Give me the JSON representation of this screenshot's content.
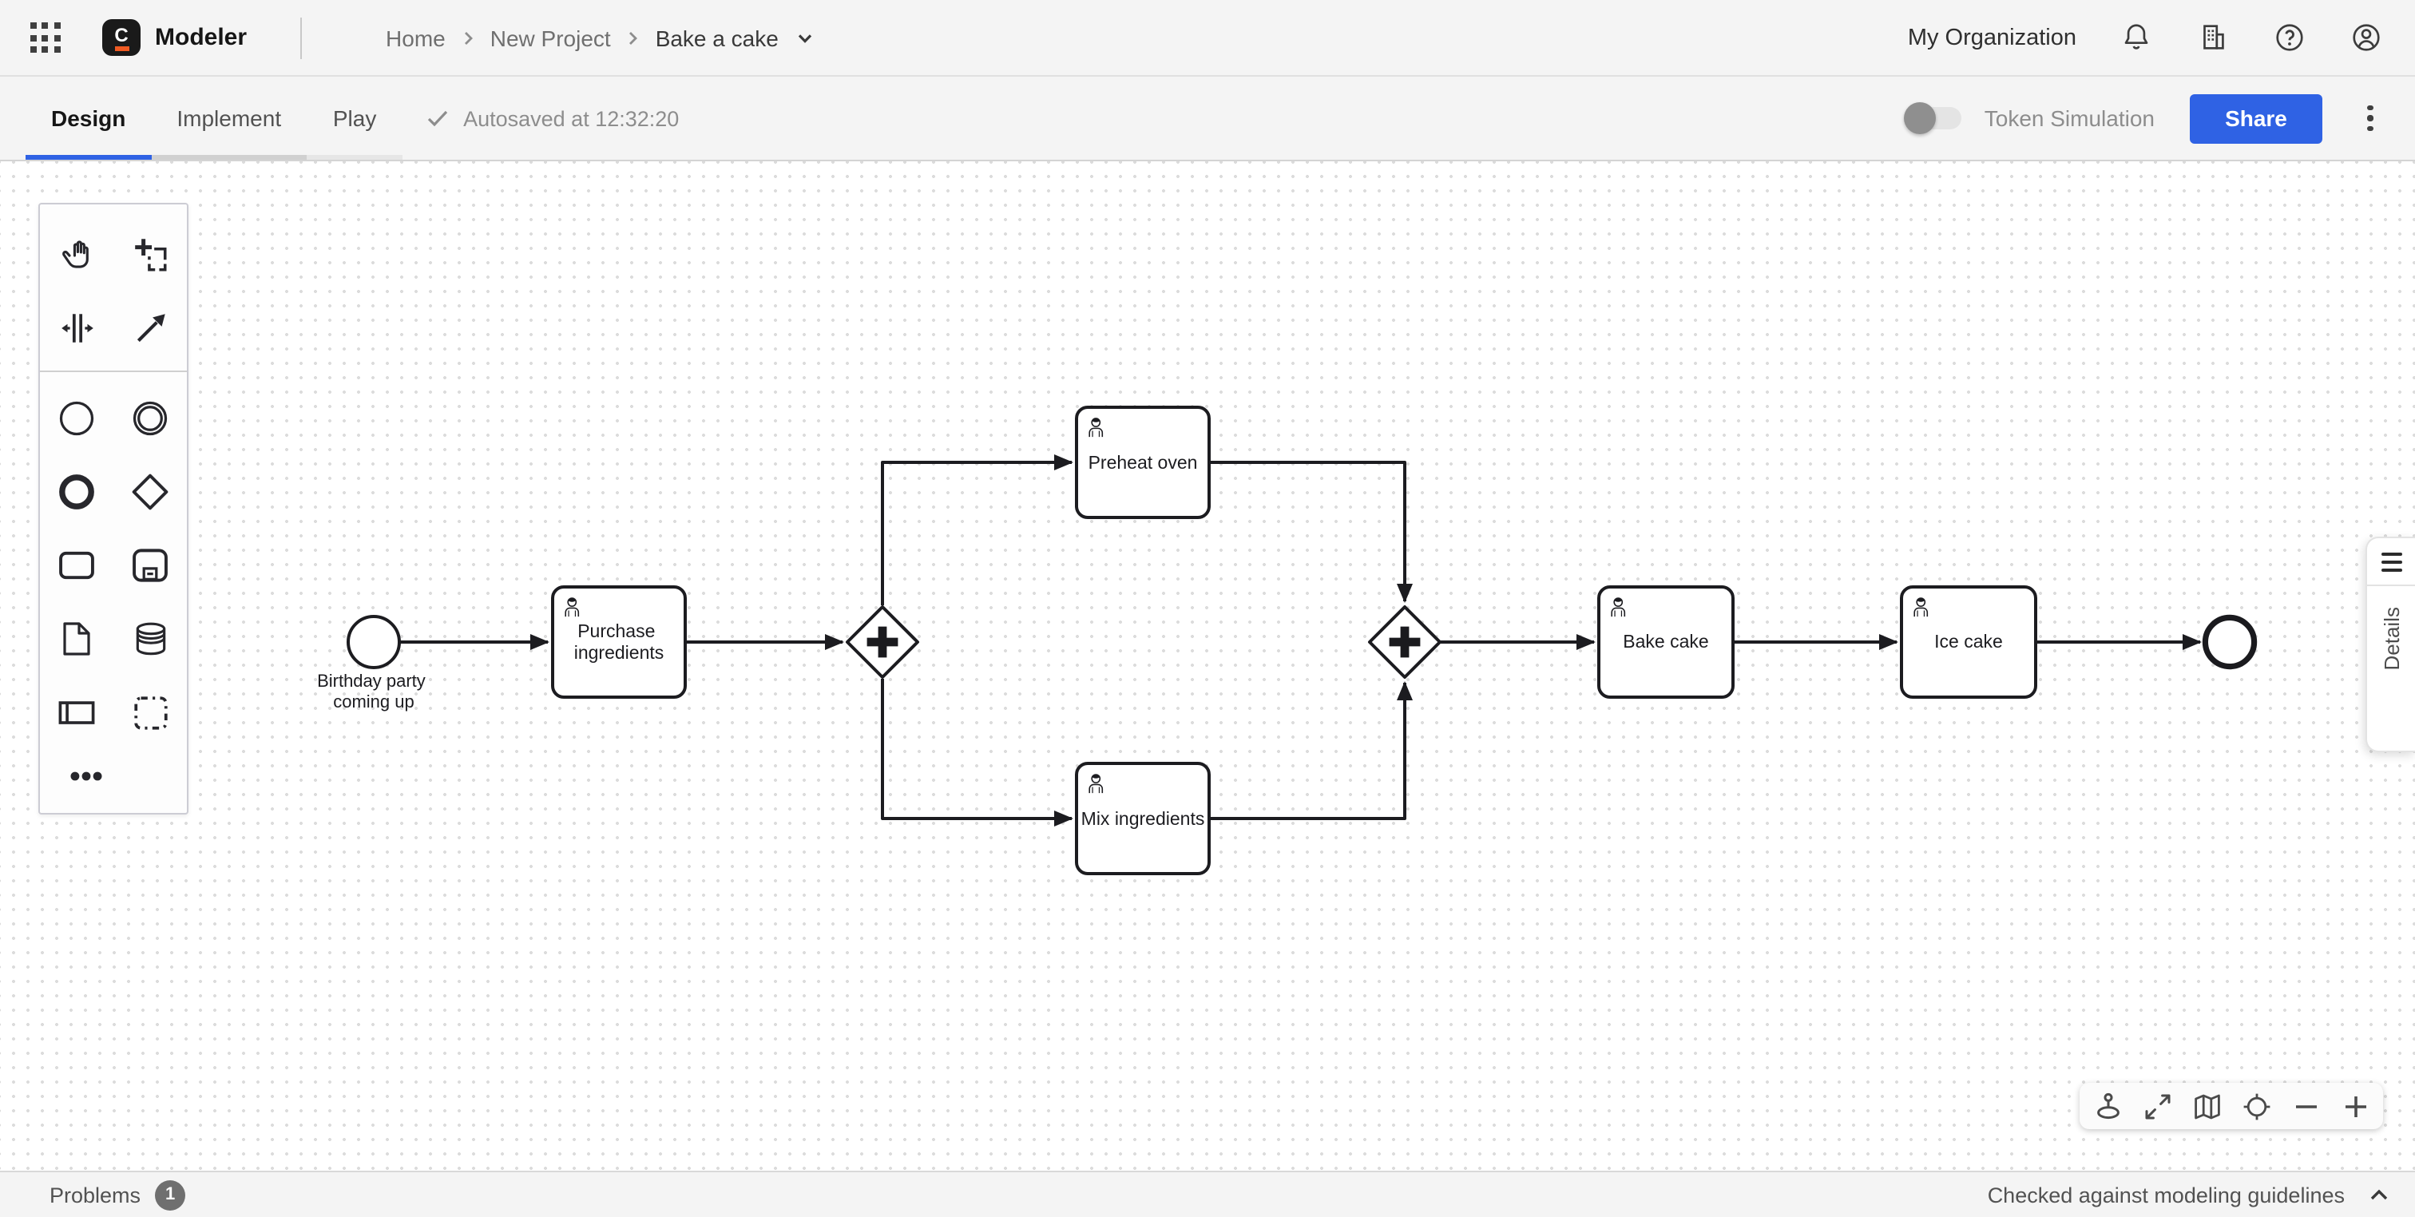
{
  "header": {
    "app_name": "Modeler",
    "logo_letter": "C",
    "breadcrumb": {
      "items": [
        "Home",
        "New Project",
        "Bake a cake"
      ]
    },
    "organization": "My Organization",
    "icons": [
      "app-switcher-icon",
      "notifications-bell-icon",
      "organization-building-icon",
      "help-icon",
      "profile-icon"
    ]
  },
  "toolbar": {
    "tabs": [
      {
        "label": "Design",
        "active": true
      },
      {
        "label": "Implement",
        "active": false
      },
      {
        "label": "Play",
        "active": false
      }
    ],
    "autosave_status": "Autosaved at 12:32:20",
    "token_simulation_label": "Token Simulation",
    "token_simulation_on": false,
    "share_label": "Share"
  },
  "palette": {
    "tools": [
      "hand-tool",
      "lasso-tool",
      "space-tool",
      "global-connect-tool"
    ],
    "create_elements": [
      "start-event",
      "intermediate-event",
      "end-event",
      "gateway",
      "task",
      "sub-process",
      "data-object",
      "data-store",
      "participant",
      "group",
      "more-options"
    ]
  },
  "diagram": {
    "type": "bpmn-process",
    "nodes": [
      {
        "id": "start",
        "type": "start-event",
        "label": "Birthday party coming up"
      },
      {
        "id": "purchase",
        "type": "user-task",
        "label": "Purchase ingredients"
      },
      {
        "id": "gateway-split",
        "type": "parallel-gateway",
        "label": ""
      },
      {
        "id": "preheat",
        "type": "user-task",
        "label": "Preheat oven"
      },
      {
        "id": "mix",
        "type": "user-task",
        "label": "Mix ingredients"
      },
      {
        "id": "gateway-join",
        "type": "parallel-gateway",
        "label": ""
      },
      {
        "id": "bake",
        "type": "user-task",
        "label": "Bake cake"
      },
      {
        "id": "ice",
        "type": "user-task",
        "label": "Ice cake"
      },
      {
        "id": "end",
        "type": "end-event",
        "label": ""
      }
    ],
    "flows": [
      [
        "start",
        "purchase"
      ],
      [
        "purchase",
        "gateway-split"
      ],
      [
        "gateway-split",
        "preheat"
      ],
      [
        "gateway-split",
        "mix"
      ],
      [
        "preheat",
        "gateway-join"
      ],
      [
        "mix",
        "gateway-join"
      ],
      [
        "gateway-join",
        "bake"
      ],
      [
        "bake",
        "ice"
      ],
      [
        "ice",
        "end"
      ]
    ],
    "labels": {
      "start_line1": "Birthday party",
      "start_line2": "coming up",
      "purchase_line1": "Purchase",
      "purchase_line2": "ingredients",
      "preheat": "Preheat oven",
      "mix": "Mix ingredients",
      "bake": "Bake cake",
      "ice": "Ice cake"
    }
  },
  "details_panel": {
    "label": "Details"
  },
  "canvas_controls": [
    "joystick-icon",
    "fit-viewport-icon",
    "minimap-icon",
    "reset-view-target-icon",
    "zoom-out-icon",
    "zoom-in-icon"
  ],
  "status_bar": {
    "problems_label": "Problems",
    "problems_count": "1",
    "guideline_text": "Checked against modeling guidelines"
  },
  "colors": {
    "accent_blue": "#2f62e4",
    "header_background": "#f4f4f4",
    "canvas_dot": "#dcdcdc",
    "diagram_stroke": "#1c1c20",
    "badge_gray": "#6f6f6f",
    "logo_orange": "#ef5a23"
  }
}
